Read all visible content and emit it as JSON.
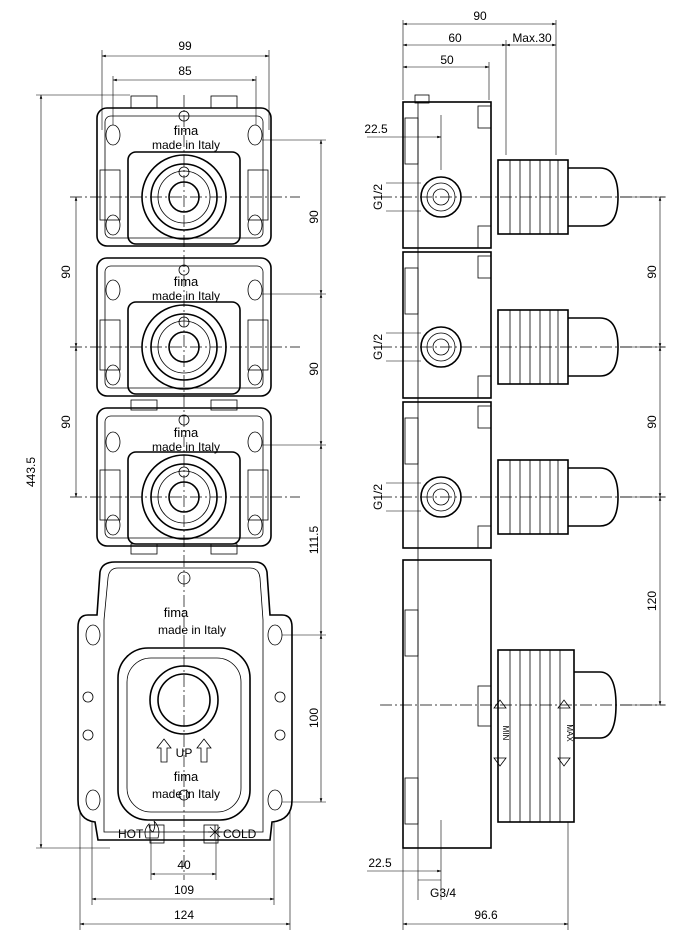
{
  "front": {
    "dims": {
      "w99": "99",
      "w85": "85",
      "h443": "443.5",
      "v90a": "90",
      "v90b": "90",
      "r90a": "90",
      "r90b": "90",
      "r111": "111.5",
      "r100": "100",
      "b40": "40",
      "b109": "109",
      "b124": "124"
    },
    "module_brand": "fima",
    "module_tag": "made in Italy",
    "big_brand": "fima",
    "big_tag": "made in Italy",
    "up_label": "UP",
    "low_brand": "fima",
    "low_tag": "made in Italy",
    "hot_label": "HOT",
    "cold_label": "COLD"
  },
  "side": {
    "dims": {
      "w90": "90",
      "w60": "60",
      "wmax": "Max.30",
      "w50": "50",
      "d225top": "22.5",
      "d225bot": "22.5",
      "g34": "G3/4",
      "w966": "96.6",
      "r90a": "90",
      "r90b": "90",
      "r120": "120"
    },
    "thread": "G1/2",
    "min_label": "MIN",
    "max_label": "MAX"
  }
}
